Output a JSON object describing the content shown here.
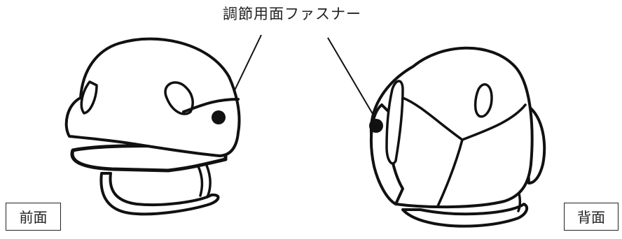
{
  "callout": {
    "label": "調節用面ファスナー"
  },
  "views": {
    "front_label": "前面",
    "back_label": "背面"
  },
  "colors": {
    "ink": "#111111",
    "fill": "#ffffff",
    "fastener_dot": "#111111"
  }
}
